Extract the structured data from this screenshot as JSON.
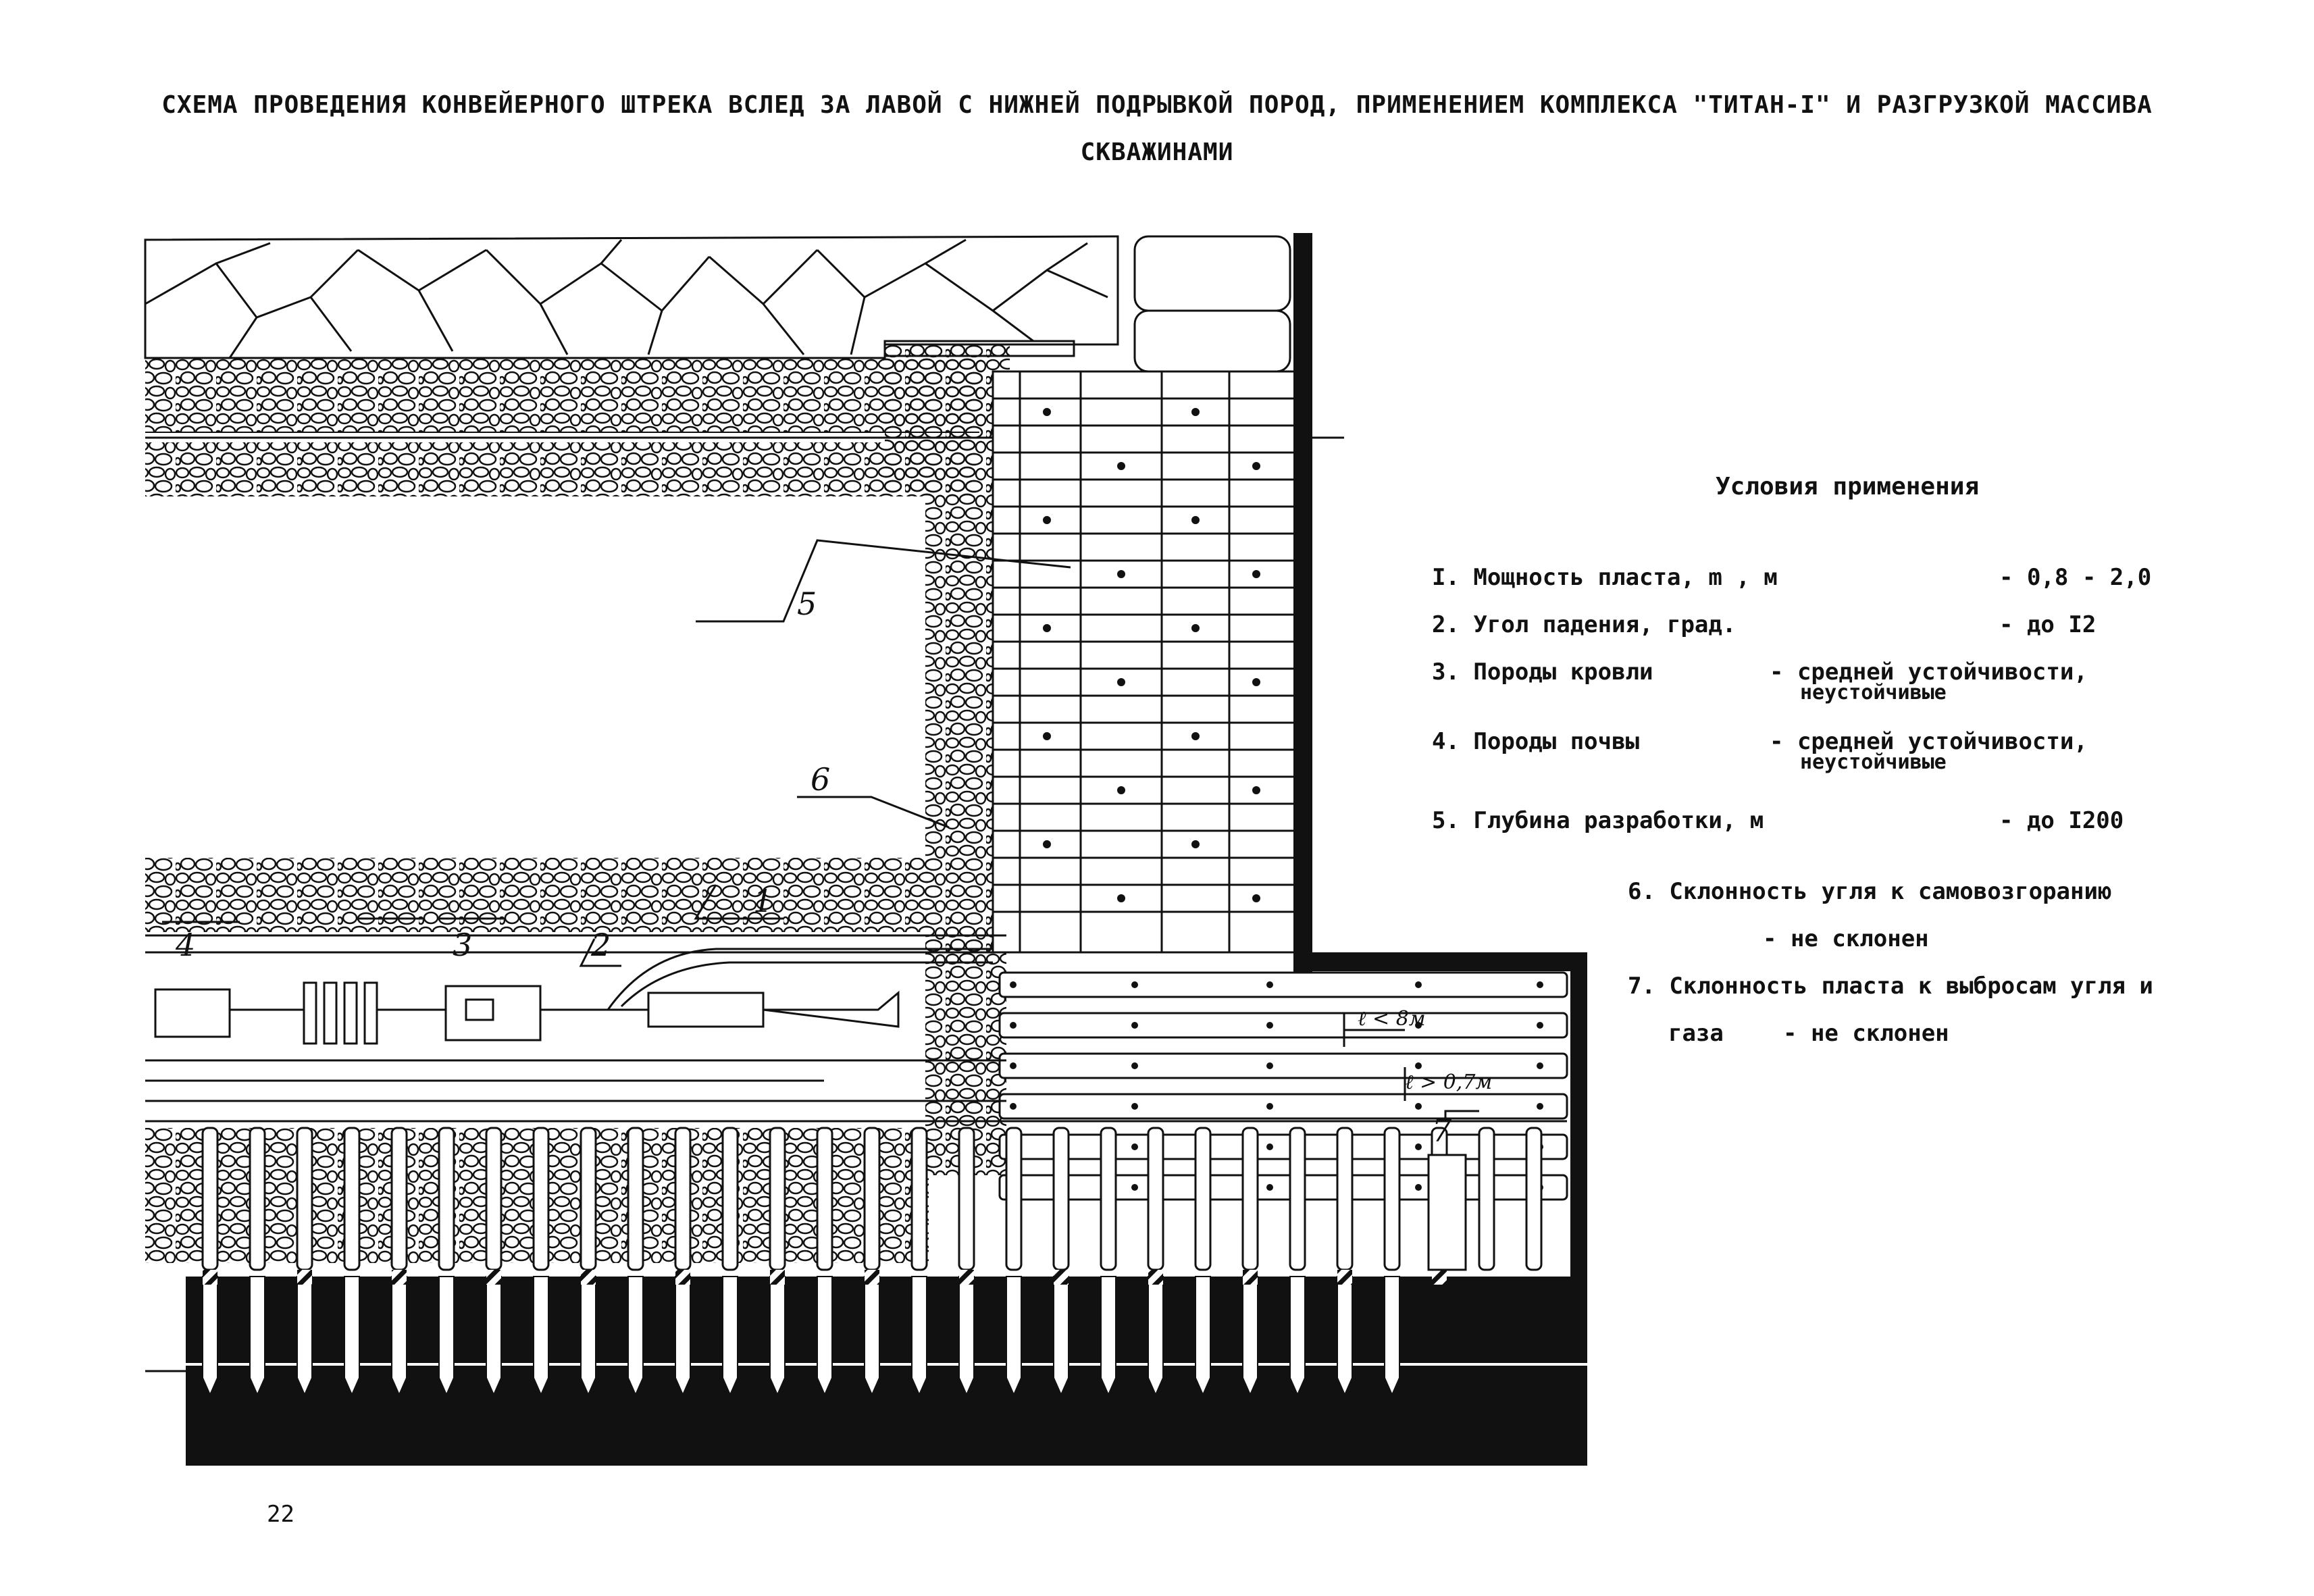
{
  "title": {
    "line1": "СХЕМА ПРОВЕДЕНИЯ КОНВЕЙЕРНОГО ШТРЕКА ВСЛЕД ЗА ЛАВОЙ С НИЖНЕЙ ПОДРЫВКОЙ ПОРОД, ПРИМЕНЕНИЕМ КОМПЛЕКСА \"ТИТАН-I\" И РАЗГРУЗКОЙ МАССИВА",
    "line2": "СКВАЖИНАМИ"
  },
  "conditions": {
    "heading": "Условия применения",
    "items": [
      {
        "label": "I. Мощность пласта,  m , м",
        "value": "- 0,8 - 2,0"
      },
      {
        "label": "2. Угол падения, град.",
        "value": "- до I2"
      },
      {
        "label": "3. Породы кровли",
        "value": "- средней устойчивости,",
        "sub": "неустойчивые"
      },
      {
        "label": "4. Породы почвы",
        "value": "- средней устойчивости,",
        "sub": "неустойчивые"
      },
      {
        "label": "5. Глубина разработки, м",
        "value": "- до I200"
      },
      {
        "label": "6. Склонность угля к самовозгоранию",
        "value": "- не склонен"
      },
      {
        "label": "7. Склонность пласта к выбросам угля и",
        "label2": "газа",
        "value": "- не склонен"
      }
    ]
  },
  "callouts": {
    "c1": "1",
    "c2": "2",
    "c3": "3",
    "c4": "4",
    "c5": "5",
    "c6": "6",
    "c7": "7",
    "dim1": "ℓ < 8м",
    "dim2": "ℓ > 0,7м"
  },
  "page_number": "22"
}
